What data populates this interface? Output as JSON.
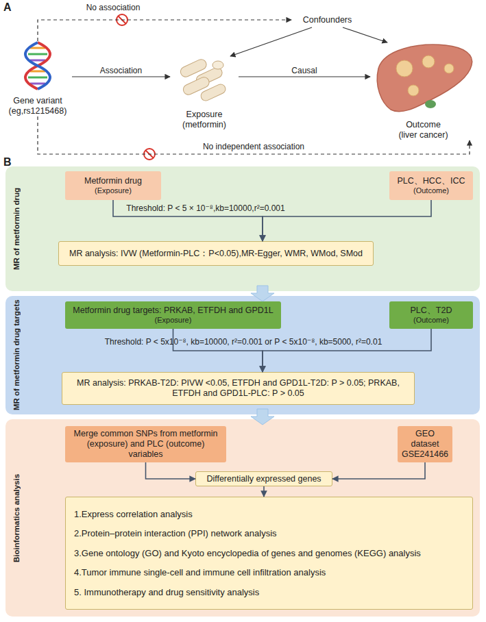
{
  "diagram": {
    "nodes": [
      {
        "text": [
          "Gene variant",
          "(eg,rs1215468)"
        ]
      },
      {
        "text": [
          "Exposure",
          "(metformin)"
        ]
      },
      {
        "text": [
          "Confounders"
        ]
      },
      {
        "text": [
          "Outcome",
          "(liver cancer)"
        ]
      },
      {
        "text": [
          "MR of metformin drug"
        ]
      },
      {
        "text": [
          "Metformin drug",
          "(Exposure)"
        ],
        "in": 4
      },
      {
        "text": [
          "PLC、HCC、ICC",
          "(Outcome)"
        ],
        "in": 4
      },
      {
        "text": [
          "MR analysis: IVW (Metformin-PLC：P<0.05),MR-Egger, WMR, WMod, SMod"
        ],
        "in": 4
      },
      {
        "text": [
          "MR of metformin drug targets"
        ]
      },
      {
        "text": [
          "Metformin drug targets: PRKAB, ETFDH and GPD1L",
          "(Exposure)"
        ],
        "in": 8
      },
      {
        "text": [
          "PLC、T2D",
          "(Outcome)"
        ],
        "in": 8
      },
      {
        "text": [
          "MR analysis: PRKAB-T2D: PIVW <0.05, ETFDH and GPD1L-T2D: P > 0.05; PRKAB, ETFDH and GPD1L-PLC: P > 0.05"
        ],
        "in": 8
      },
      {
        "text": [
          "Bioinformatics analysis"
        ]
      },
      {
        "text": [
          "Merge common SNPs from metformin (exposure) and PLC (outcome) variables"
        ],
        "in": 12
      },
      {
        "text": [
          "GEO dataset GSE241466"
        ],
        "in": 12
      },
      {
        "text": [
          "Differentially expressed genes"
        ],
        "in": 12
      },
      {
        "text": [
          "1.Express correlation analysis",
          "2.Protein–protein interaction (PPI) network analysis",
          "3.Gene ontology (GO) and Kyoto encyclopedia of genes and genomes (KEGG) analysis",
          "4.Tumor immune single-cell and immune cell infiltration analysis",
          "5. Immunotherapy and drug sensitivity analysis"
        ],
        "in": 12
      }
    ],
    "edges": [
      {
        "from": 0,
        "to": 1,
        "arrow": "to",
        "label": "Association"
      },
      {
        "from": 1,
        "to": 3,
        "arrow": "to",
        "label": "Causal"
      },
      {
        "from": 2,
        "to": 1,
        "arrow": "to"
      },
      {
        "from": 2,
        "to": 3,
        "arrow": "to"
      },
      {
        "from": 0,
        "to": 2,
        "arrow": "to",
        "label": "No association"
      },
      {
        "from": 0,
        "to": 3,
        "arrow": "to",
        "label": "No independent association"
      },
      {
        "from": 5,
        "to": 7,
        "arrow": "to",
        "label": "Threshold: P < 5 × 10⁻⁸,kb=10000,r²=0.001"
      },
      {
        "from": 6,
        "to": 7,
        "arrow": "to"
      },
      {
        "from": 4,
        "to": 8,
        "arrow": "to"
      },
      {
        "from": 9,
        "to": 11,
        "arrow": "to",
        "label": "Threshold: P < 5x10⁻⁸, kb=10000, r²=0.001 or P < 5x10⁻⁸, kb=5000, r²=0.01"
      },
      {
        "from": 10,
        "to": 11,
        "arrow": "to"
      },
      {
        "from": 8,
        "to": 12,
        "arrow": "to"
      },
      {
        "from": 13,
        "to": 15,
        "arrow": "to"
      },
      {
        "from": 14,
        "to": 15,
        "arrow": "to"
      },
      {
        "from": 15,
        "to": 16,
        "arrow": "to"
      }
    ],
    "labels": [
      "A",
      "B"
    ]
  }
}
